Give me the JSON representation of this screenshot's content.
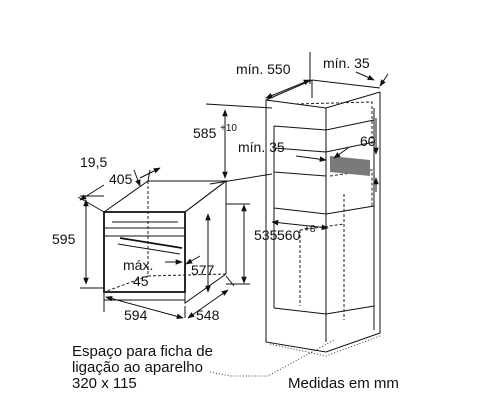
{
  "dimensions": {
    "cabinet_width": "mín. 550",
    "top_gap": "mín. 35",
    "niche_height_main": "585",
    "niche_height_sup": "+10",
    "vent_depth": "mín. 35",
    "vent_height": "60",
    "niche_width_main": "560",
    "niche_width_sup": "+8",
    "front_offset": "19,5",
    "front_depth": "405",
    "oven_height": "595",
    "body_height": "535",
    "door_max_line1": "máx.",
    "door_max_line2": "45",
    "inner_height": "577",
    "oven_width": "594",
    "oven_depth": "548"
  },
  "notes": {
    "socket_line1": "Espaço para ficha de",
    "socket_line2": "ligação ao aparelho",
    "socket_line3": "320 x 115",
    "units": "Medidas em mm"
  }
}
